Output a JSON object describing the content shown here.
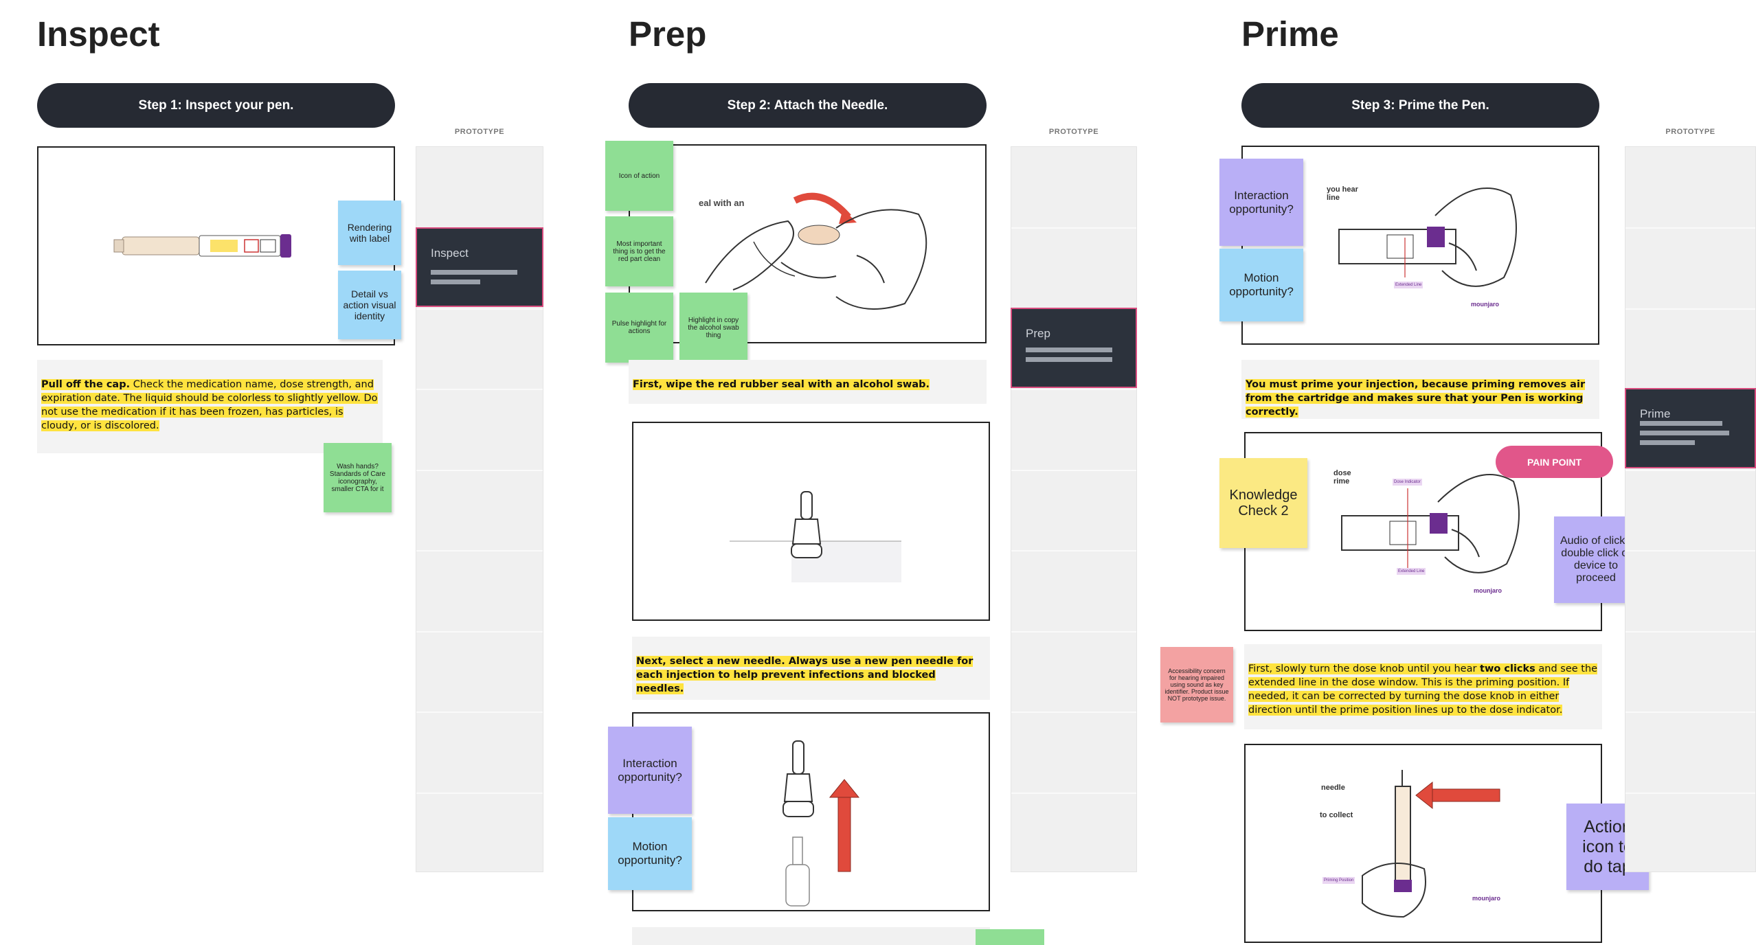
{
  "columns": {
    "inspect": {
      "title": "Inspect",
      "step": "Step 1:  Inspect your pen.",
      "proto_label": "PROTOTYPE",
      "proto_card": "Inspect",
      "caption_bold": "Pull off the cap.",
      "caption_rest": " Check the medication name, dose strength, and expiration date.  The liquid should be colorless to slightly yellow. Do not use the medication if it has been frozen, has particles, is cloudy, or is discolored.",
      "stickies": {
        "rendering": "Rendering with label",
        "detail": "Detail vs action visual identity",
        "wash": "Wash hands? Standards of Care iconography, smaller CTA for it"
      }
    },
    "prep": {
      "title": "Prep",
      "step": "Step 2: Attach the Needle.",
      "proto_label": "PROTOTYPE",
      "proto_card": "Prep",
      "illus_text": "eal with an",
      "caption1": "First, wipe the red rubber seal with an alcohol swab.",
      "caption2": "Next, select a new needle. Always use a new pen needle for each injection to help prevent infections and blocked needles.",
      "stickies": {
        "icon": "Icon of action",
        "most": "Most important thing is to get the red part clean",
        "pulse": "Pulse highlight for actions",
        "highlight": "Highlight in copy the alcohol swab thing",
        "interaction": "Interaction opportunity?",
        "motion": "Motion opportunity?"
      }
    },
    "prime": {
      "title": "Prime",
      "step": "Step 3: Prime the Pen.",
      "proto_label": "PROTOTYPE",
      "proto_card": "Prime",
      "illus1_text": "you hear line",
      "illus1_label": "Extended Line",
      "illus2_text": "dose rime",
      "illus2_label1": "Dose Indicator",
      "illus2_label2": "Extended Line",
      "illus3_text1": "needle",
      "illus3_text2": "to collect",
      "illus3_label": "Priming Position",
      "brand": "mounjaro",
      "caption1": "You must prime your injection, because priming removes air from the cartridge and makes sure that your Pen is working correctly.",
      "caption2_a": "First, slowly turn the dose knob until you hear ",
      "caption2_b": "two clicks",
      "caption2_c": " and see the extended line in the dose window. This is the priming position.  If needed, it can be corrected by turning the dose knob in either direction until the prime position lines up to the dose indicator.",
      "pain_point": "PAIN POINT",
      "stickies": {
        "interaction": "Interaction opportunity?",
        "motion": "Motion opportunity?",
        "knowledge": "Knowledge Check 2",
        "audio": "Audio of click - double click of device to proceed",
        "accessibility": "Accessibility concern for hearing impaired using sound as key identifier. Product issue NOT prototype issue.",
        "action": "Action icon to do tap"
      }
    }
  },
  "colors": {
    "pill": "#262a33",
    "highlight": "#ffe33f",
    "green": "#8fde94",
    "blue": "#9ed8f8",
    "purple": "#b9aff6",
    "yellow": "#fbe983",
    "red": "#f3a2a2",
    "pain": "#e1568a",
    "purple_pen": "#6b2d8f"
  }
}
